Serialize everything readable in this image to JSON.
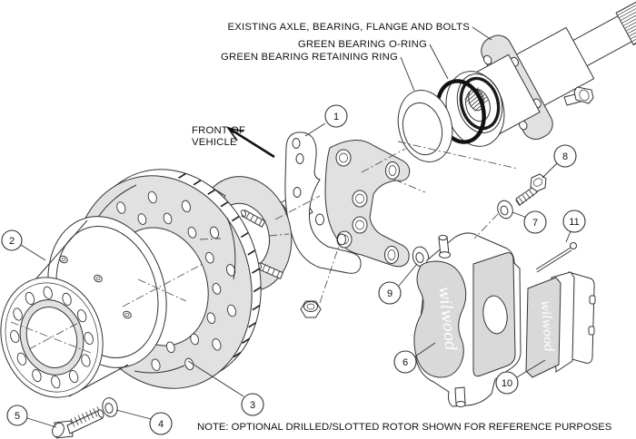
{
  "labels": {
    "existing_axle": "EXISTING AXLE, BEARING, FLANGE AND BOLTS",
    "o_ring": "GREEN BEARING O-RING",
    "retaining_ring": "GREEN BEARING RETAINING RING",
    "front1": "FRONT OF",
    "front2": "VEHICLE",
    "note": "NOTE: OPTIONAL DRILLED/SLOTTED ROTOR SHOWN FOR REFERENCE PURPOSES"
  },
  "brand": {
    "caliper_logo": "wilwood",
    "pad_logo": "wilwood"
  },
  "callouts": [
    {
      "label": "1"
    },
    {
      "label": "2"
    },
    {
      "label": "3"
    },
    {
      "label": "4"
    },
    {
      "label": "5"
    },
    {
      "label": "6"
    },
    {
      "label": "7"
    },
    {
      "label": "8"
    },
    {
      "label": "9"
    },
    {
      "label": "10"
    },
    {
      "label": "11"
    }
  ],
  "colors": {
    "background": "#ffffff",
    "line": "#333333",
    "shade_gray": "#e1e1e1",
    "dark_gray": "#d9d9d9",
    "o_ring": "#111111",
    "text": "#111111"
  }
}
